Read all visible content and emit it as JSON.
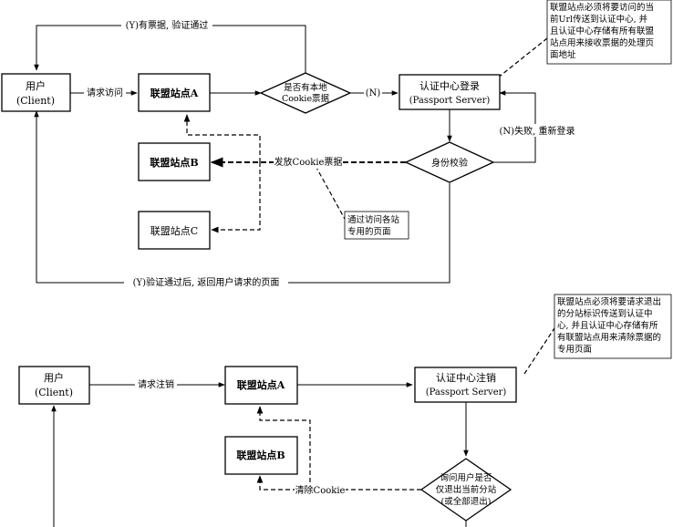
{
  "top": {
    "user_box": {
      "line1": "用户",
      "line2": "(Client)"
    },
    "site_a": "联盟站点A",
    "site_b": "联盟站点B",
    "site_c": "联盟站点C",
    "cookie_diamond": {
      "line1": "是否有本地",
      "line2": "Cookie票据"
    },
    "auth_login": {
      "line1": "认证中心登录",
      "line2": "(Passport Server)"
    },
    "verify_diamond": "身份校验",
    "labels": {
      "request_visit": "请求访问",
      "has_ticket": "(Y)有票据, 验证通过",
      "no": "(N)",
      "fail": "(N)失败, 重新登录",
      "issue_cookie": "发放Cookie票据",
      "return_page": "(Y)验证通过后, 返回用户请求的页面"
    },
    "note_auth": [
      "联盟站点必须将要访问的当",
      "前Url传送到认证中心, 并",
      "且认证中心存储有所有联盟",
      "站点用来接收票据的处理页",
      "面地址"
    ],
    "note_pages": [
      "通过访问各站",
      "专用的页面"
    ]
  },
  "bottom": {
    "user_box": {
      "line1": "用户",
      "line2": "(Client)"
    },
    "site_a": "联盟站点A",
    "site_b": "联盟站点B",
    "auth_logout": {
      "line1": "认证中心注销",
      "line2": "(Passport Server)"
    },
    "ask_diamond": {
      "line1": "询问用户是否",
      "line2": "仅退出当前分站",
      "line3": "(或全部退出)"
    },
    "labels": {
      "request_logout": "请求注销",
      "clear_cookie": "清除Cookie"
    },
    "note_logout": [
      "联盟站点必须将要请求退出",
      "的分站标识传送到认证中",
      "心, 并且认证中心存储有所",
      "有联盟站点用来清除票据的",
      "专用页面"
    ]
  }
}
